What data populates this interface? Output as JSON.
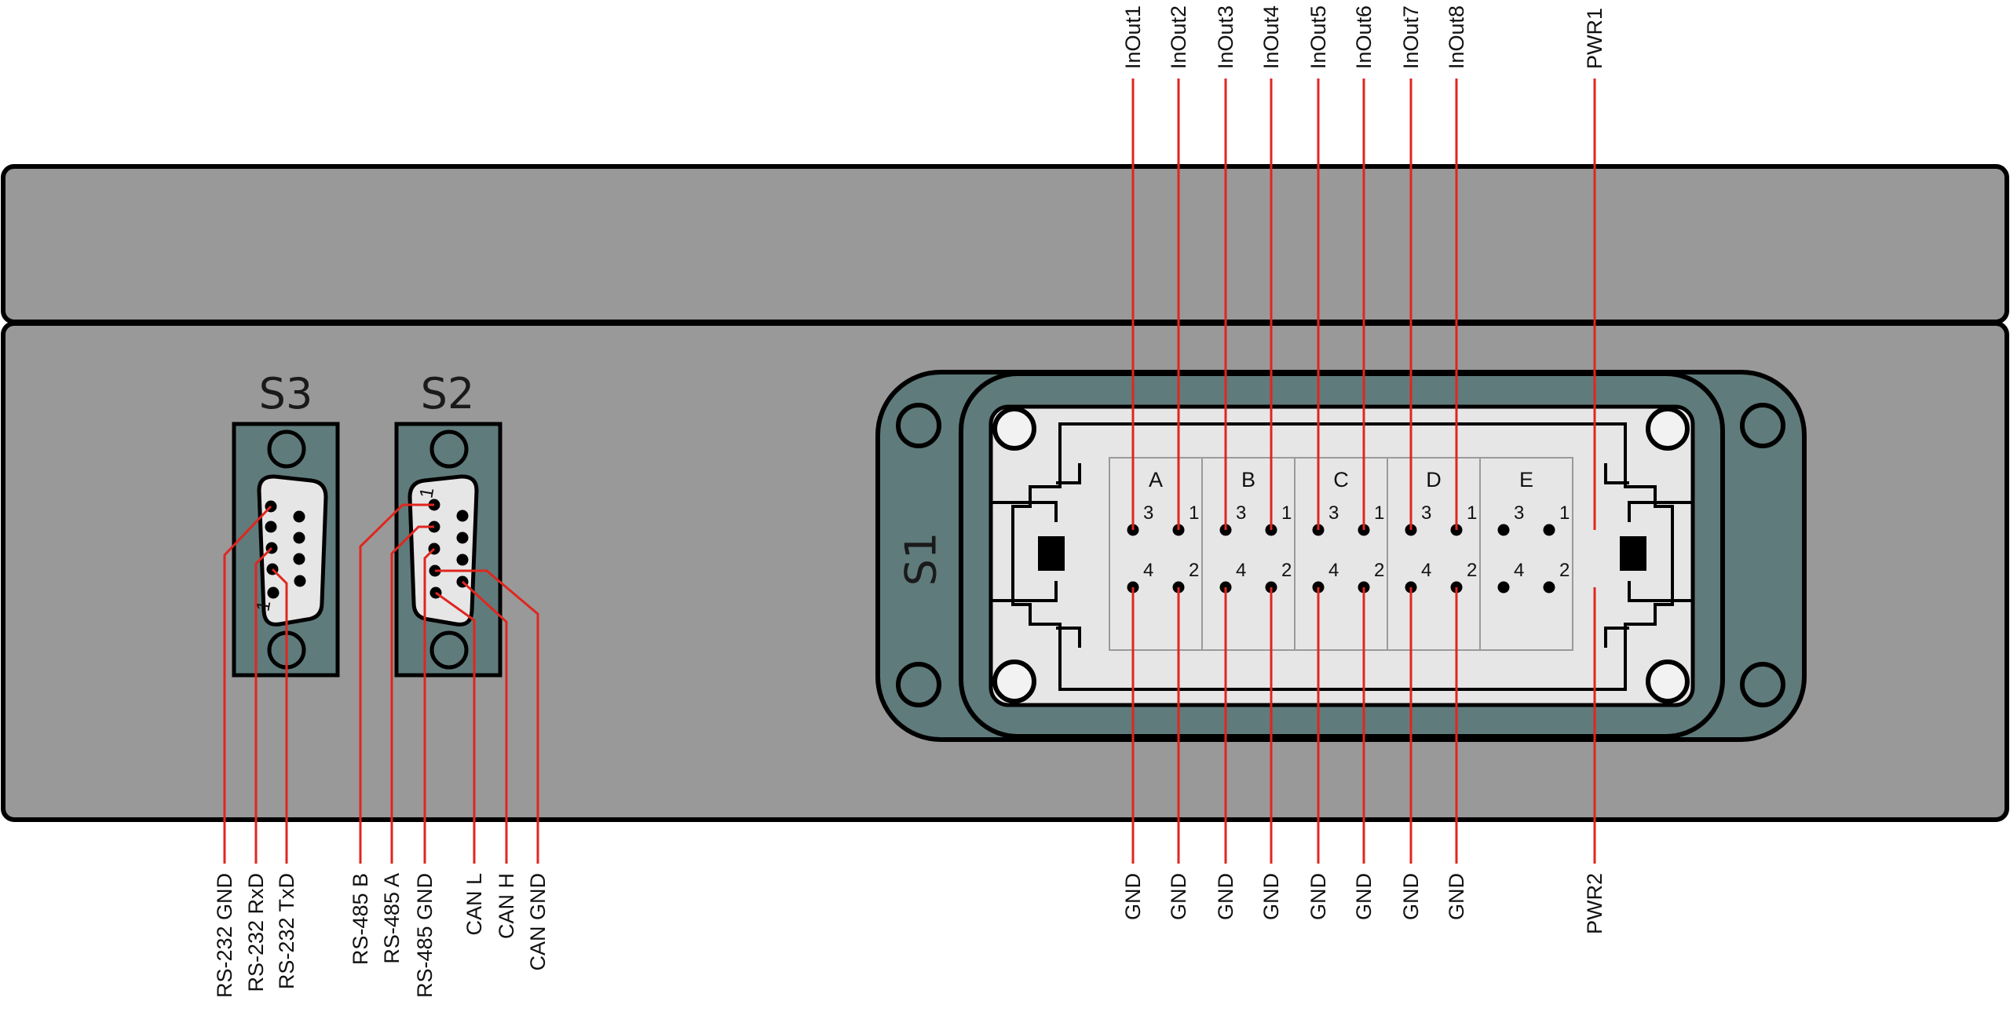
{
  "colors": {
    "housing": "#999999",
    "flange": "#607b7b",
    "insert": "#e6e6e6",
    "outline": "#000000",
    "wire": "#e0261f"
  },
  "connectors": {
    "s1": {
      "label": "S1"
    },
    "s2": {
      "label": "S2"
    },
    "s3": {
      "label": "S3"
    }
  },
  "dsub_pin1_mark": "1",
  "s1_insert": {
    "slots": [
      "A",
      "B",
      "C",
      "D",
      "E"
    ],
    "pin_numbers": {
      "top_left": "3",
      "top_right": "1",
      "bottom_left": "4",
      "bottom_right": "2"
    }
  },
  "labels": {
    "top": [
      "InOut1",
      "InOut2",
      "InOut3",
      "InOut4",
      "InOut5",
      "InOut6",
      "InOut7",
      "InOut8",
      "PWR1"
    ],
    "bottom_s1": [
      "GND",
      "GND",
      "GND",
      "GND",
      "GND",
      "GND",
      "GND",
      "GND",
      "PWR2"
    ],
    "bottom_s3": [
      "RS-232 GND",
      "RS-232 RxD",
      "RS-232 TxD"
    ],
    "bottom_s2": [
      "RS-485 B",
      "RS-485 A",
      "RS-485 GND",
      "CAN L",
      "CAN H",
      "CAN GND"
    ]
  }
}
